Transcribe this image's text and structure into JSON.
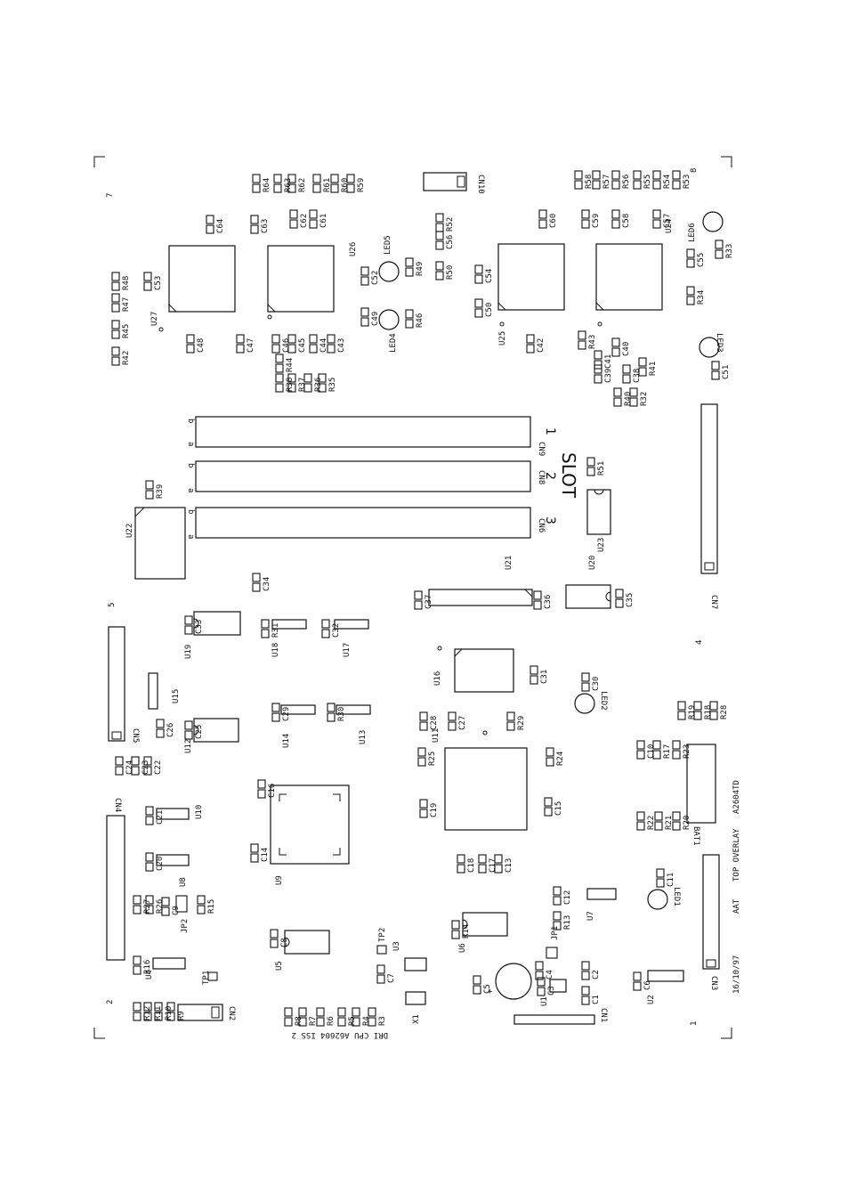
{
  "footer": {
    "date": "16/10/97",
    "company": "AAT",
    "overlay": "TOP OVERLAY",
    "part": "A2604TD",
    "board": "DRI CPU A62604 ISS 2"
  },
  "slot": {
    "title": "SLOT",
    "numbers": [
      "1",
      "2",
      "3"
    ]
  },
  "corners": [
    "7",
    "8",
    "5",
    "4",
    "2",
    "1"
  ],
  "slots": [
    {
      "ref": "CN9",
      "pin_a": "a",
      "pin_b": "b"
    },
    {
      "ref": "CN8",
      "pin_a": "a",
      "pin_b": "b"
    },
    {
      "ref": "CN6",
      "pin_a": "a",
      "pin_b": "b"
    }
  ],
  "ics": [
    {
      "ref": "U27"
    },
    {
      "ref": "U26"
    },
    {
      "ref": "U25"
    },
    {
      "ref": "U24"
    },
    {
      "ref": "U22"
    },
    {
      "ref": "U23"
    },
    {
      "ref": "U21"
    },
    {
      "ref": "U20"
    },
    {
      "ref": "U19"
    },
    {
      "ref": "U18"
    },
    {
      "ref": "U17"
    },
    {
      "ref": "U16"
    },
    {
      "ref": "U15"
    },
    {
      "ref": "U14"
    },
    {
      "ref": "U13"
    },
    {
      "ref": "U12"
    },
    {
      "ref": "U11"
    },
    {
      "ref": "U10"
    },
    {
      "ref": "U9"
    },
    {
      "ref": "U8"
    },
    {
      "ref": "U7"
    },
    {
      "ref": "U6"
    },
    {
      "ref": "U5"
    },
    {
      "ref": "U4"
    },
    {
      "ref": "U3"
    },
    {
      "ref": "U2"
    },
    {
      "ref": "U1"
    }
  ],
  "connectors": [
    {
      "ref": "CN10"
    },
    {
      "ref": "CN7"
    },
    {
      "ref": "CN5"
    },
    {
      "ref": "CN4"
    },
    {
      "ref": "CN3"
    },
    {
      "ref": "CN2"
    },
    {
      "ref": "CN1"
    },
    {
      "ref": "BAT1"
    }
  ],
  "leds": [
    {
      "ref": "LED6"
    },
    {
      "ref": "LED5"
    },
    {
      "ref": "LED4"
    },
    {
      "ref": "LED3"
    },
    {
      "ref": "LED2"
    },
    {
      "ref": "LED1"
    }
  ],
  "misc": [
    "X1",
    "TP1",
    "TP2",
    "JP1",
    "JP2"
  ],
  "pads": [
    "R64",
    "R63",
    "R62",
    "R61",
    "R60",
    "R59",
    "C64",
    "C63",
    "C62",
    "C61",
    "R58",
    "R57",
    "R56",
    "R55",
    "R54",
    "R53",
    "C60",
    "C59",
    "C58",
    "C57",
    "C55",
    "R52",
    "C56",
    "R50",
    "R49",
    "C52",
    "C54",
    "C50",
    "C49",
    "R46",
    "R48",
    "R47",
    "R45",
    "R42",
    "C53",
    "C48",
    "C47",
    "C46",
    "C45",
    "R44",
    "C44",
    "C43",
    "R38",
    "R37",
    "R36",
    "R35",
    "C42",
    "R43",
    "C41",
    "C40",
    "C39",
    "C38",
    "R41",
    "R40",
    "R32",
    "R34",
    "R33",
    "C51",
    "R51",
    "R39",
    "C37",
    "C36",
    "C35",
    "C34",
    "C33",
    "R31",
    "C32",
    "C31",
    "C30",
    "C29",
    "R30",
    "C28",
    "C27",
    "R29",
    "C26",
    "C25",
    "C24",
    "C23",
    "C22",
    "R25",
    "R24",
    "C21",
    "C20",
    "C16",
    "C14",
    "C19",
    "C15",
    "C18",
    "C17",
    "C13",
    "C12",
    "C11",
    "C10",
    "R17",
    "R23",
    "R22",
    "R21",
    "R20",
    "R19",
    "R18",
    "R28",
    "R27",
    "R26",
    "C9",
    "R15",
    "R14",
    "R13",
    "C8",
    "R16",
    "C7",
    "C6",
    "C5",
    "C4",
    "C3",
    "C2",
    "C1",
    "R12",
    "R11",
    "R10",
    "R9",
    "R8",
    "R7",
    "R6",
    "R5",
    "R4",
    "R3",
    "R2",
    "R1"
  ]
}
